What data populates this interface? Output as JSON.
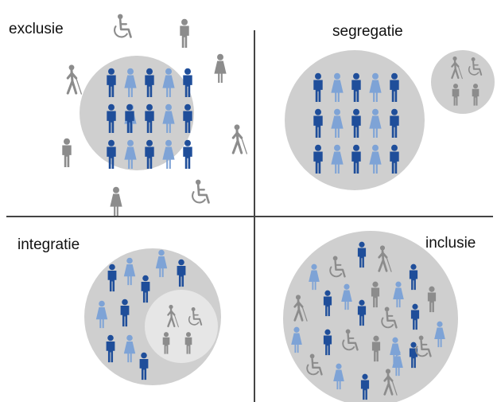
{
  "quadrants": {
    "exclusie": {
      "label": "exclusie"
    },
    "segregatie": {
      "label": "segregatie"
    },
    "integratie": {
      "label": "integratie"
    },
    "inclusie": {
      "label": "inclusie"
    }
  },
  "colors": {
    "dark_blue": "#1f4e9a",
    "light_blue": "#7ea3d6",
    "gray_figure": "#8c8c8c",
    "circle_fill": "#cfcfcf",
    "inner_circle_fill": "#e6e6e6",
    "divider": "#444444"
  },
  "icons": [
    "person-icon",
    "woman-icon",
    "wheelchair-user-icon",
    "blind-person-icon"
  ]
}
